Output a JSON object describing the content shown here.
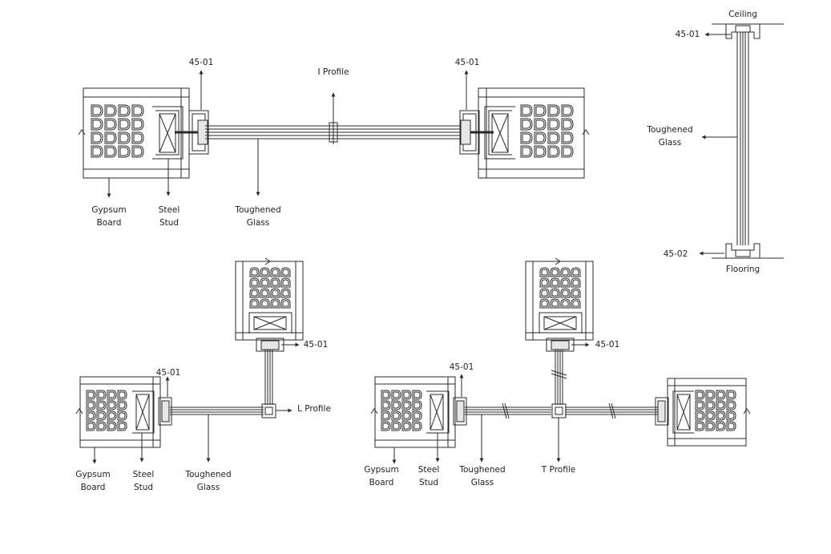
{
  "colors": {
    "stroke": "#2a2a2a",
    "text": "#222222",
    "background": "#ffffff",
    "stud_fill": "#dcdcdc"
  },
  "labels": {
    "top_45_01_left": "45-01",
    "top_45_01_right": "45-01",
    "i_profile": "I Profile",
    "top_gypsum_board": "Gypsum\nBoard",
    "top_steel_stud": "Steel\nStud",
    "top_toughened_glass": "Toughened\nGlass",
    "ceiling": "Ceiling",
    "elev_45_01": "45-01",
    "elev_toughened_glass": "Toughened\nGlass",
    "elev_45_02": "45-02",
    "flooring": "Flooring",
    "l_45_01_top": "45-01",
    "l_45_01_left": "45-01",
    "l_profile": "L Profile",
    "l_gypsum_board": "Gypsum\nBoard",
    "l_steel_stud": "Steel\nStud",
    "l_toughened_glass": "Toughened\nGlass",
    "t_45_01_left": "45-01",
    "t_45_01_top": "45-01",
    "t_gypsum_board": "Gypsum\nBoard",
    "t_steel_stud": "Steel\nStud",
    "t_toughened_glass": "Toughened\nGlass",
    "t_profile": "T Profile"
  }
}
